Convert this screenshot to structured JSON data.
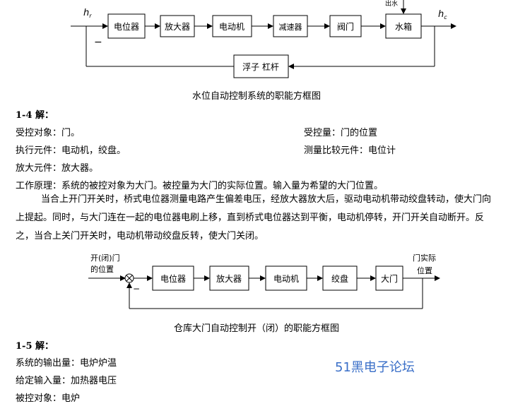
{
  "diagram1": {
    "input_label": "h",
    "input_sub": "r",
    "output_label": "h",
    "output_sub": "c",
    "disturbance_label": "出水",
    "blocks": [
      "电位器",
      "放大器",
      "电动机",
      "减速器",
      "阀门",
      "水箱"
    ],
    "feedback_block": "浮子  杠杆",
    "minus_sign": "−",
    "caption": "水位自动控制系统的职能方框图"
  },
  "section_1_4": {
    "heading": "1-4 解：",
    "controlled_object": "受控对象：门。",
    "controlled_variable": "受控量：门的位置",
    "actuator": "执行元件：电动机，绞盘。",
    "measuring": "测量比较元件：电位计",
    "amplifier": "放大元件：放大器。",
    "principle": "工作原理：系统的被控对象为大门。被控量为大门的实际位置。输入量为希望的大门位置。",
    "paragraph": "当合上开门开关时，桥式电位器测量电路产生偏差电压，经放大器放大后，驱动电动机带动绞盘转动，使大门向上提起。同时，与大门连在一起的电位器电刷上移，直到桥式电位器达到平衡，电动机停转，开门开关自动断开。反之，当合上关门开关时，电动机带动绞盘反转，使大门关闭。"
  },
  "diagram2": {
    "input_label_1": "开(闭)门",
    "input_label_2": "的位置",
    "output_label_1": "门实际",
    "output_label_2": "位置",
    "blocks": [
      "电位器",
      "放大器",
      "电动机",
      "绞盘",
      "大门"
    ],
    "minus_sign": "−",
    "caption": "仓库大门自动控制开（闭）的职能方框图"
  },
  "section_1_5": {
    "heading": "1-5 解：",
    "output": "系统的输出量：电炉炉温",
    "input": "给定输入量：加热器电压",
    "object": "被控对象：电炉"
  },
  "watermark": "51黑电子论坛"
}
